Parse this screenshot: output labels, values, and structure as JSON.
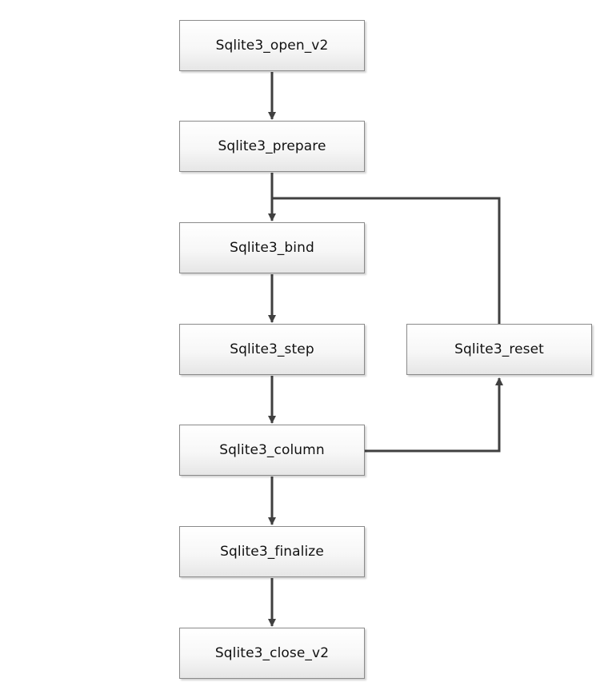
{
  "diagram": {
    "nodes": {
      "open": "Sqlite3_open_v2",
      "prepare": "Sqlite3_prepare",
      "bind": "Sqlite3_bind",
      "step": "Sqlite3_step",
      "column": "Sqlite3_column",
      "finalize": "Sqlite3_finalize",
      "close": "Sqlite3_close_v2",
      "reset": "Sqlite3_reset"
    },
    "edges": [
      {
        "from": "open",
        "to": "prepare"
      },
      {
        "from": "prepare",
        "to": "bind"
      },
      {
        "from": "bind",
        "to": "step"
      },
      {
        "from": "step",
        "to": "column"
      },
      {
        "from": "column",
        "to": "finalize"
      },
      {
        "from": "finalize",
        "to": "close"
      },
      {
        "from": "column",
        "to": "reset"
      },
      {
        "from": "reset",
        "to": "bind"
      }
    ],
    "colors": {
      "edge": "#404040",
      "node_border": "#8a8a8a",
      "node_fill": "#f4f4f4"
    }
  }
}
